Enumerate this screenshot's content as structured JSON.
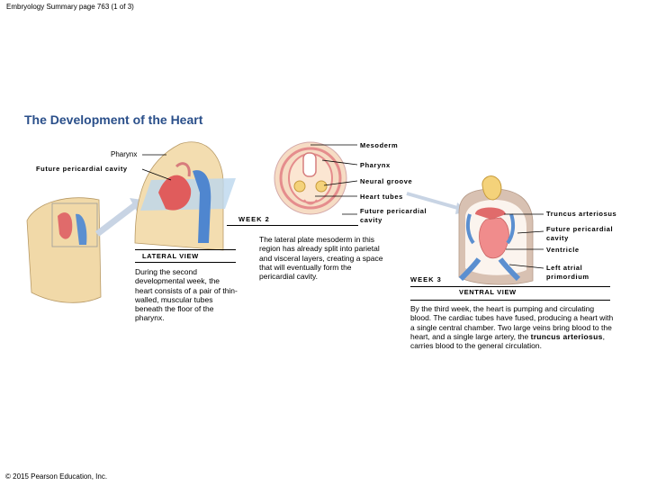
{
  "header": "Embryology Summary page 763 (1 of 3)",
  "title": "The Development of the Heart",
  "labels": {
    "pharynx_left": "Pharynx",
    "future_pericardial_left": "Future pericardial cavity",
    "mesoderm": "Mesoderm",
    "pharynx_mid": "Pharynx",
    "neural_groove": "Neural groove",
    "heart_tubes": "Heart tubes",
    "future_pericardial_mid": "Future pericardial cavity",
    "truncus": "Truncus arteriosus",
    "future_pericardial_right": "Future pericardial cavity",
    "ventricle": "Ventricle",
    "left_atrial": "Left atrial primordium"
  },
  "weeks": {
    "week2": "WEEK 2",
    "week3": "WEEK 3"
  },
  "views": {
    "lateral": "LATERAL VIEW",
    "ventral": "VENTRAL VIEW"
  },
  "captions": {
    "week2": "During the second developmental week, the heart consists of a pair of thin-walled, muscular tubes beneath the floor of the pharynx.",
    "mesoderm": "The lateral plate mesoderm in this region has already split into parietal and visceral layers, creating a space that will eventually form the pericardial cavity.",
    "week3_before": "By the third week, the heart is pumping and circulating blood. The cardiac tubes have fused, producing a heart with a single central chamber. Two large veins bring blood to the heart, and a single large artery, the ",
    "week3_term": "truncus arteriosus",
    "week3_after": ", carries blood to the general circulation."
  },
  "footer": "© 2015 Pearson Education, Inc."
}
